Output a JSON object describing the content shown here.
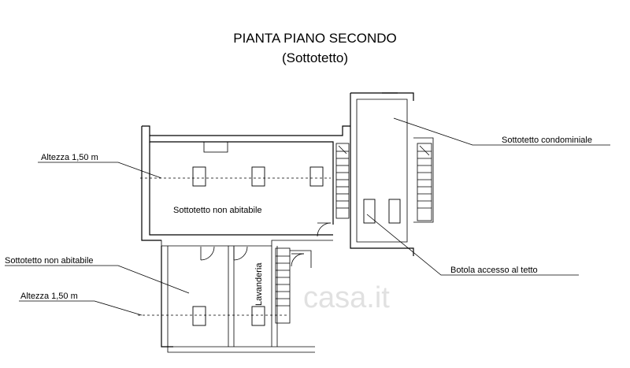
{
  "title": "PIANTA PIANO SECONDO",
  "subtitle": "(Sottotetto)",
  "labels": {
    "altezza_top": "Altezza 1,50 m",
    "sottotetto_non_abitabile_main": "Sottotetto non abitabile",
    "sottotetto_non_abitabile_left": "Sottotetto non abitabile",
    "altezza_bottom": "Altezza 1,50 m",
    "lavanderia": "Lavanderia",
    "sottotetto_condominiale": "Sottotetto condominiale",
    "botola": "Botola accesso al tetto"
  },
  "watermark": "casa.it"
}
